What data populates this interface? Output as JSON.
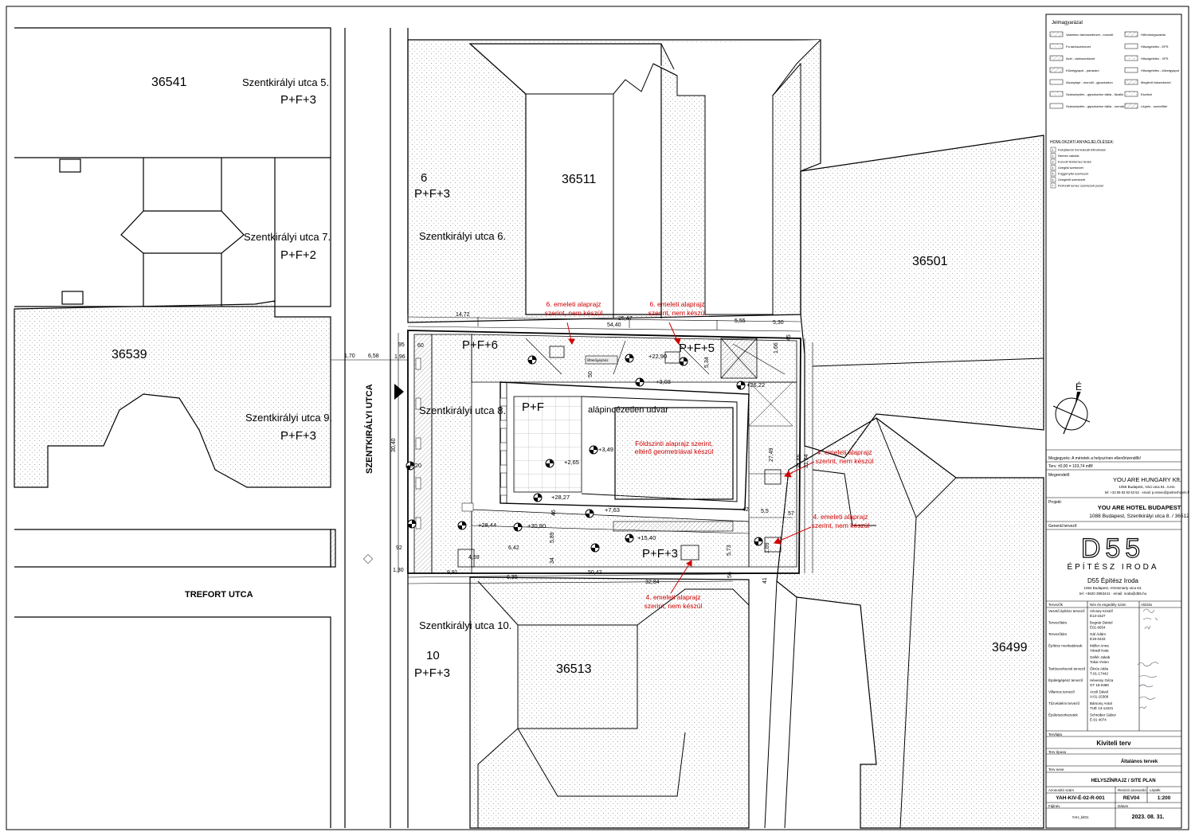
{
  "plan": {
    "parcels": {
      "p36541": "36541",
      "p36539": "36539",
      "p36511": "36511",
      "p36501": "36501",
      "p36513": "36513",
      "p36499": "36499"
    },
    "addresses": {
      "a5": "Szentkirályi utca 5.",
      "a5_levels": "P+F+3",
      "a7": "Szentkirályi utca 7.",
      "a7_levels": "P+F+2",
      "a9": "Szentkirályi utca 9.",
      "a9_levels": "P+F+3",
      "a6_num": "6",
      "a6_levels": "P+F+3",
      "a6": "Szentkirályi utca 6.",
      "a8": "Szentkirályi utca 8.",
      "a10": "Szentkirályi utca 10.",
      "a10_num": "10",
      "a10_levels": "P+F+3"
    },
    "streets": {
      "szentkiralyi": "SZENTKIRÁLYI UTCA",
      "trefort": "TREFORT UTCA"
    },
    "site_labels": {
      "pf6": "P+F+6",
      "pf5": "P+F+5",
      "pf": "P+F",
      "pf3": "P+F+3",
      "courtyard": "alápincézetlen udvar",
      "note_ground_1": "Földszinti alaprajz szerint,",
      "note_ground_2": "eltérő geometriával készül",
      "note6a_1": "6. emeleti alaprajz",
      "note6a_2": "szerint, nem készül",
      "note6b_1": "6. emeleti alaprajz",
      "note6b_2": "szerint, nem készül",
      "note4a_1": "4. emeleti alaprajz",
      "note4a_2": "szerint, nem készül",
      "note4b_1": "4. emeleti alaprajz",
      "note4b_2": "szerint, nem készül",
      "note4c_1": "4. emeleti alaprajz",
      "note4c_2": "szerint, nem készül",
      "elevator": "lifttetőgépház"
    },
    "dimensions": {
      "d1472": "14,72",
      "d2547": "25,47",
      "d5440": "54,40",
      "d555": "5,55",
      "d530": "5,30",
      "d170": "1,70",
      "d658": "6,58",
      "d95": "95",
      "d196": "1,96",
      "d3040": "30,40",
      "d2749": "27,49",
      "d3165": "31,65",
      "d3164": "31,64",
      "d534": "5,34",
      "d589": "5,89",
      "d573": "5,73",
      "d169": "1,69",
      "d56": "56",
      "d57": "57",
      "d42": "42",
      "d550": "5,5",
      "d92": "92",
      "d130": "1,30",
      "d991": "9,91",
      "d635": "6,35",
      "d5042": "50,42",
      "d3284": "32,84",
      "d642": "6,42",
      "d459": "4,59",
      "d46": "46",
      "d34": "34",
      "d60": "60",
      "d45": "45",
      "d166": "1,66",
      "d41": "41",
      "d50": "50"
    },
    "levels": {
      "l2290": "+22,90",
      "l303": "+3,03",
      "l2622": "+26,22",
      "l349": "+3,49",
      "l265": "+2,65",
      "l020": "-0,20",
      "l2827": "+28,27",
      "l763": "+7,63",
      "l2844": "+28,44",
      "l3080": "+30,80",
      "l1540": "+15,40"
    }
  },
  "titleblock": {
    "legend_title": "Jelmagyarázat",
    "legend_items": [
      "Vasbeton tartószerkezet - monolit",
      "Fa tartószerkezet",
      "Acél - tartószerkezet",
      "Kőzetgyapot - párazáró",
      "Alvanylapi - monolit - gipszkarton",
      "Szárazépítés - gipszkarton tábla - tűzálló",
      "Szárazépítés - gipszkarton tábla - normál"
    ],
    "legend_items_right": [
      "Hőhídmegszakító",
      "Hőszigetelés - EPS",
      "Hőszigetelés - XPS",
      "Hőszigetelés - kőzetgyapot",
      "Meglévő falszerkezet",
      "Esztrich",
      "Légrés - szerelőtér"
    ],
    "facade_title": "HOMLOKZATI ANYAGJELÖLÉSEK:",
    "facade_items": [
      "Felújítandó homlokzati kőburkolat",
      "Nemes vakolat",
      "Korcolt fémlemez fedés",
      "Üvegfal szerkezet",
      "Függönyfal szerkezet",
      "Üvegtető szerkezet",
      "Perforált lemez szerkezeti panel"
    ],
    "facade_nums": [
      "1",
      "2",
      "3",
      "4",
      "5",
      "6",
      "7"
    ],
    "north": "É",
    "note": "Megjegyzés: A méretek a helyszínen ellenőrizendők!",
    "elev": "Terv. ±0,00 = 103,74 mBf",
    "client_label": "Megrendelő",
    "client_name": "YOU ARE HUNGARY Kft.",
    "client_addr": "1056 Budapest, Váci utca 81. 4.em.",
    "client_contact": "tel: +33 06 83 92 63 52 · email: p.esnee@partnerhotels.fr",
    "project_label": "Projekt:",
    "project_name": "YOU ARE HOTEL BUDAPEST",
    "project_addr": "1088 Budapest, Szentkirályi utca 8. / 36512",
    "designer_label": "Generál tervező",
    "logo": "D55",
    "logo_sub": "ÉPÍTÉSZ IRODA",
    "firm_name": "D55 Építész Iroda",
    "firm_addr": "1064 Budapest, Vörösmarty utca 64.",
    "firm_contact": "tel: +3620 3983441 · email: iroda@d55.hu",
    "table_headers": [
      "Tervezők",
      "Név és engedély szám",
      "Aláírás"
    ],
    "roles": [
      {
        "role": "Vezető építész tervező",
        "name": "Vécsey Kristóf",
        "lic": "É13-1527"
      },
      {
        "role": "Tervezőtárs",
        "name": "Bognár Dániel",
        "lic": "É01-6654"
      },
      {
        "role": "Tervezőtárs",
        "name": "Gál Ádám",
        "lic": "É19-0433"
      },
      {
        "role": "Építész munkatársak:",
        "name": "Müller Anna",
        "lic": "Váradi Kata"
      },
      {
        "role": "",
        "name": "Gellér Jakab",
        "lic": "Tokai Vivien"
      },
      {
        "role": "Tartószerkezeti tervező",
        "name": "Ökrös Attila",
        "lic": "T-01-17442"
      },
      {
        "role": "Épületgépész tervező",
        "name": "Hévessy Géza",
        "lic": "GT 18-0380"
      },
      {
        "role": "Villamos tervező",
        "name": "Arzél Dávid",
        "lic": "V-01-15368"
      },
      {
        "role": "Tűzvédelmi tervező",
        "name": "Bársony Antal",
        "lic": "TUÉ 13-14221"
      },
      {
        "role": "Épületszerkezetek",
        "name": "Schreiber Gábor",
        "lic": "É-01 4074"
      }
    ],
    "phase_label": "Tervfajta",
    "phase": "Kiviteli terv",
    "type_label": "Terv típusa",
    "type": "Általános tervek",
    "name_label": "Terv neve",
    "name": "HELYSZÍNRAJZ / SITE PLAN",
    "id_label": "Azonosító szám",
    "rev_label": "Revízió azonosító",
    "scale_label": "Lépték",
    "id": "YAH-KIV-É-02-R-001",
    "rev": "REV04",
    "scale": "1:200",
    "file_label": "Fájlnév",
    "date_label": "Dátum",
    "file": "YAH_kit01",
    "date": "2023. 08. 31."
  }
}
